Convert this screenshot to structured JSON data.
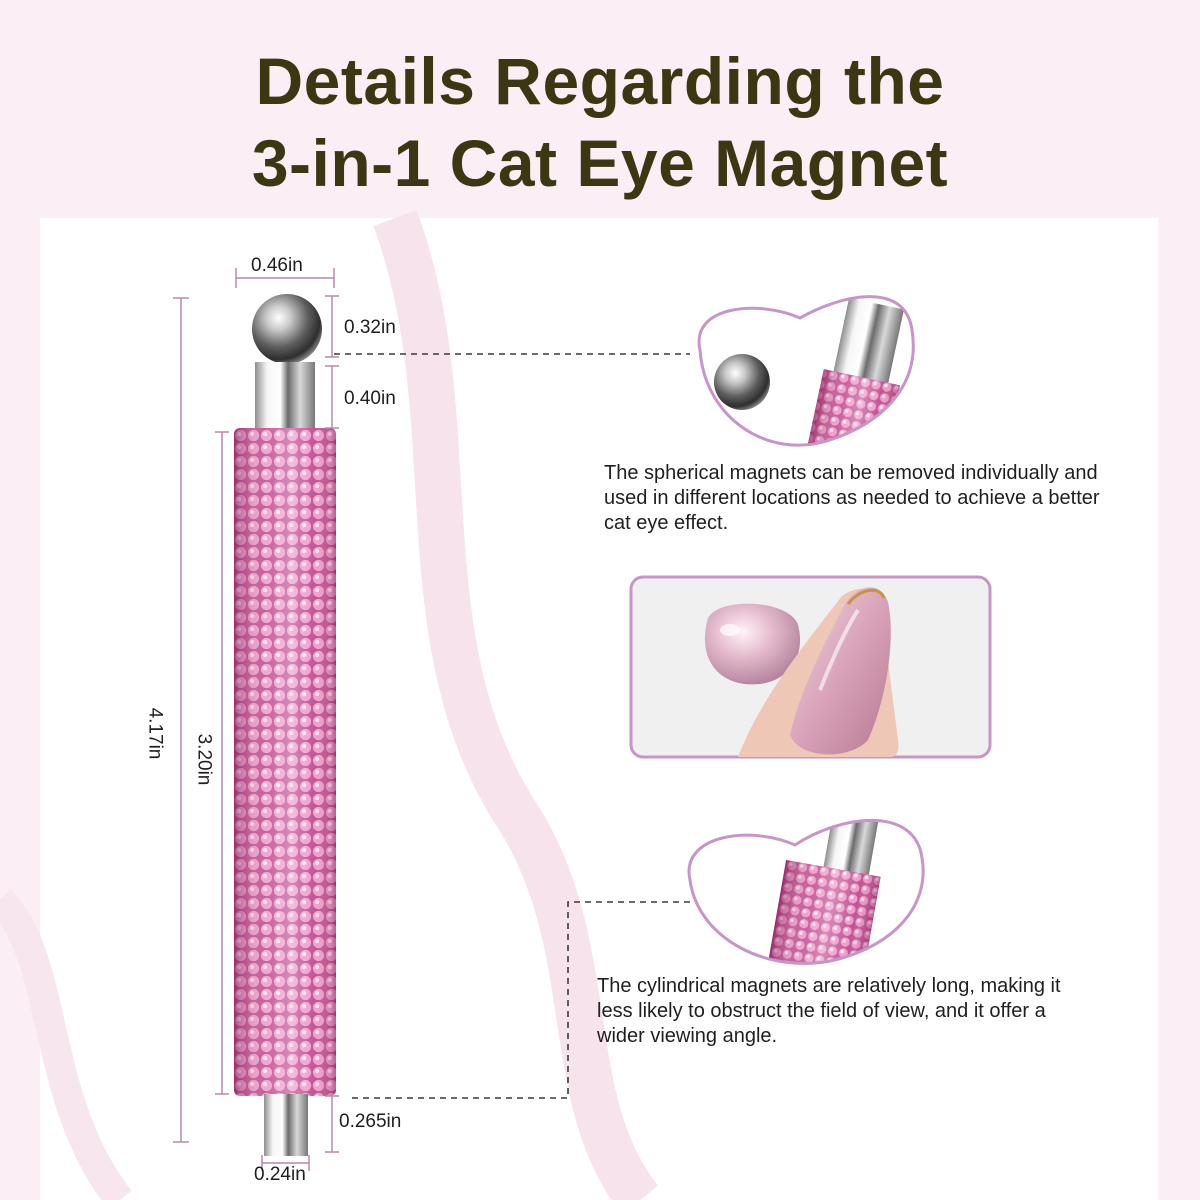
{
  "title": {
    "line1": "Details Regarding the",
    "line2": "3-in-1 Cat Eye Magnet"
  },
  "dimensions": {
    "ball_width": "0.46in",
    "ball_height": "0.32in",
    "top_tip_length": "0.40in",
    "total_length": "4.17in",
    "body_length": "3.20in",
    "bottom_tip_length": "0.265in",
    "bottom_tip_width": "0.24in"
  },
  "callouts": {
    "spherical": "The spherical magnets can be removed individually and used in different locations as needed to achieve a better cat eye effect.",
    "cylindrical": "The cylindrical magnets are relatively long, making it less likely to obstruct the field of view, and it offer a wider viewing angle."
  },
  "colors": {
    "title": "#3b3712",
    "rhinestone_pink": "#d86aa8",
    "frame_purple": "#c795c6"
  },
  "icons": {
    "tool": "rhinestone-magnet-pen",
    "ball": "steel-ball",
    "nails": "cat-eye-nails"
  }
}
